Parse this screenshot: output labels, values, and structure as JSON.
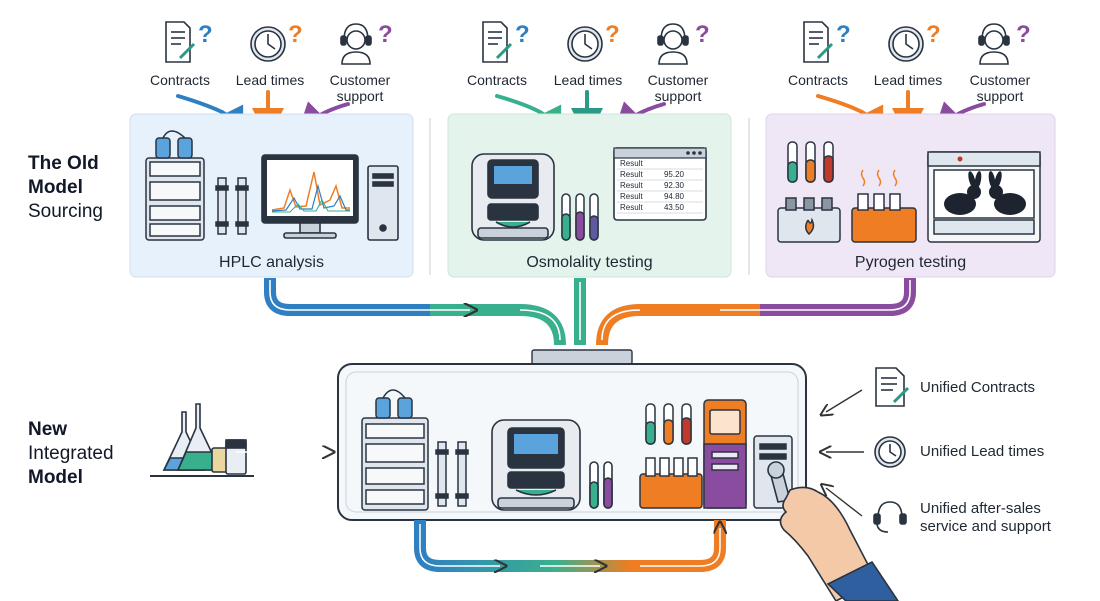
{
  "old_model": {
    "title_line1": "The Old",
    "title_line2": "Model",
    "title_line3": "Sourcing"
  },
  "new_model": {
    "title_line1": "New",
    "title_line2": "Integrated",
    "title_line3": "Model"
  },
  "panels": [
    {
      "caption": "HPLC analysis",
      "sources": [
        {
          "label": "Contracts",
          "icon": "contract-icon",
          "arrow_color": "#2f80c3"
        },
        {
          "label": "Lead times",
          "icon": "clock-icon",
          "arrow_color": "#ee7d23"
        },
        {
          "label": "Customer support",
          "label_line1": "Customer",
          "label_line2": "support",
          "icon": "headset-icon",
          "arrow_color": "#8a4c9e"
        }
      ]
    },
    {
      "caption": "Osmolality testing",
      "sources": [
        {
          "label": "Contracts",
          "icon": "contract-icon",
          "arrow_color": "#39b08d"
        },
        {
          "label": "Lead times",
          "icon": "clock-icon",
          "arrow_color": "#2a9a86"
        },
        {
          "label": "Customer support",
          "label_line1": "Customer",
          "label_line2": "support",
          "icon": "headset-icon",
          "arrow_color": "#8a4c9e"
        }
      ]
    },
    {
      "caption": "Pyrogen testing",
      "sources": [
        {
          "label": "Contracts",
          "icon": "contract-icon",
          "arrow_color": "#ee7d23"
        },
        {
          "label": "Lead times",
          "icon": "clock-icon",
          "arrow_color": "#ee7d23"
        },
        {
          "label": "Customer support",
          "label_line1": "Customer",
          "label_line2": "support",
          "icon": "headset-icon",
          "arrow_color": "#8a4c9e"
        }
      ]
    }
  ],
  "osmolality_screen": {
    "rows": [
      {
        "label": "Result",
        "value": ""
      },
      {
        "label": "Result",
        "value": "95.20"
      },
      {
        "label": "Result",
        "value": "92.30"
      },
      {
        "label": "Result",
        "value": "94.80"
      },
      {
        "label": "Result",
        "value": "43.50"
      }
    ]
  },
  "unified": [
    {
      "label": "Unified Contracts",
      "icon": "contract-icon"
    },
    {
      "label": "Unified Lead times",
      "icon": "clock-icon"
    },
    {
      "label_line1": "Unified after-sales",
      "label_line2": "service and support",
      "icon": "headset-icon"
    }
  ],
  "colors": {
    "blue": "#2f80c3",
    "teal": "#39b08d",
    "orange": "#ee7d23",
    "purple": "#8a4c9e",
    "panel_blue": "#e6f1fb",
    "panel_green": "#e4f4ec",
    "panel_purple": "#f0e7f6"
  }
}
